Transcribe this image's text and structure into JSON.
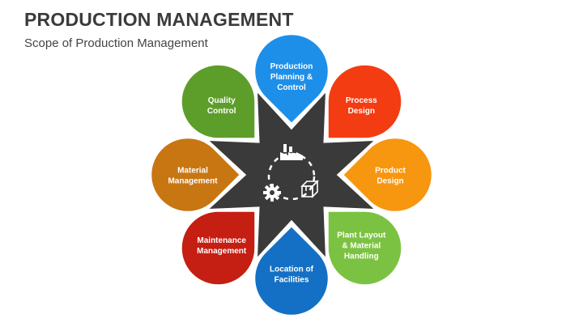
{
  "header": {
    "title": "PRODUCTION MANAGEMENT",
    "subtitle": "Scope of Production Management"
  },
  "diagram": {
    "center_icons": [
      "factory-icon",
      "gear-icon",
      "box-icon",
      "dashed-cycle-arrow-icon"
    ],
    "star_color": "#3a3a3a",
    "petals": [
      {
        "id": "top",
        "lines": [
          "Production",
          "Planning &",
          "Control"
        ],
        "color": "#1e8fe8"
      },
      {
        "id": "top-right",
        "lines": [
          "Process",
          "Design"
        ],
        "color": "#f33c12"
      },
      {
        "id": "right",
        "lines": [
          "Product",
          "Design"
        ],
        "color": "#f7960f"
      },
      {
        "id": "bottom-right",
        "lines": [
          "Plant Layout",
          "& Material",
          "Handling"
        ],
        "color": "#7cc242"
      },
      {
        "id": "bottom",
        "lines": [
          "Location of",
          "Facilities"
        ],
        "color": "#1470c4"
      },
      {
        "id": "bottom-left",
        "lines": [
          "Maintenance",
          "Management"
        ],
        "color": "#c51e12"
      },
      {
        "id": "left",
        "lines": [
          "Material",
          "Management"
        ],
        "color": "#c77612"
      },
      {
        "id": "top-left",
        "lines": [
          "Quality",
          "Control"
        ],
        "color": "#5d9e2a"
      }
    ]
  }
}
